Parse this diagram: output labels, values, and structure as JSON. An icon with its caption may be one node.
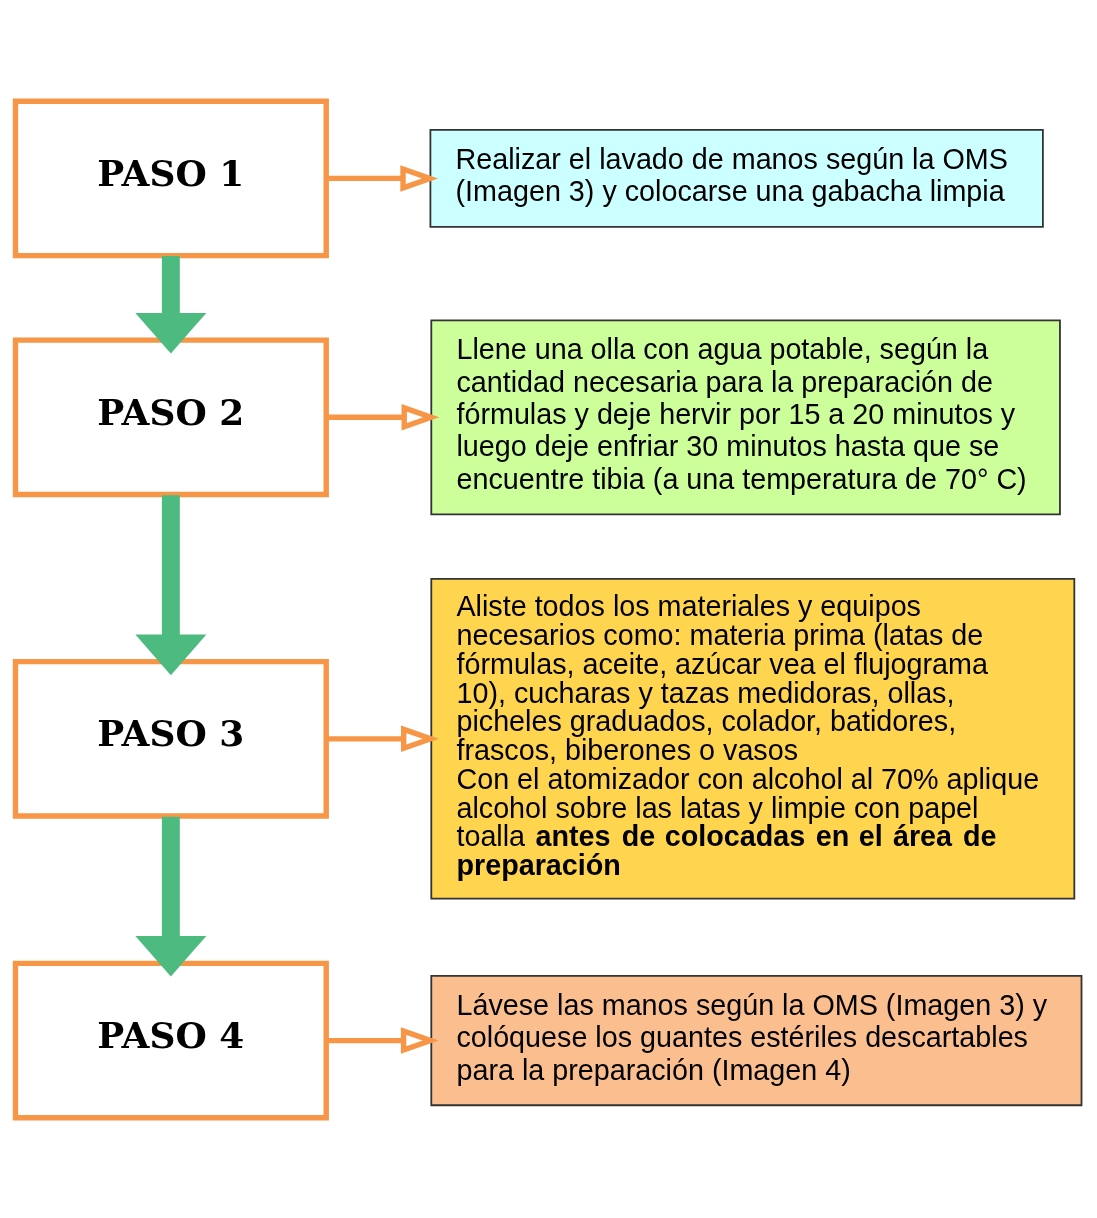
{
  "diagram": {
    "nodes": [
      {
        "text": [
          "PASO 1"
        ]
      },
      {
        "text": [
          "Realizar el lavado de manos según la OMS (Imagen 3) y colocarse una gabacha limpia"
        ]
      },
      {
        "text": [
          "PASO 2"
        ]
      },
      {
        "text": [
          "Llene una olla con agua potable, según la cantidad necesaria para la preparación de fórmulas y deje hervir por 15 a 20 minutos y luego deje enfriar 30 minutos hasta que se encuentre tibia (a una temperatura de 70° C)"
        ]
      },
      {
        "text": [
          "PASO 3"
        ]
      },
      {
        "text": [
          "Aliste todos los materiales y equipos necesarios como: materia prima (latas de fórmulas, aceite, azúcar vea el flujograma 10), cucharas y tazas medidoras, ollas, picheles graduados, colador, batidores, frascos, biberones o vasos",
          "Con el atomizador con alcohol al 70% aplique alcohol sobre las latas y limpie con papel toalla **antes de colocadas en el área de preparación**"
        ]
      },
      {
        "text": [
          "PASO 4"
        ]
      },
      {
        "text": [
          "Lávese las manos según la OMS (Imagen 3) y colóquese los guantes estériles descartables para la preparación (Imagen 4)"
        ]
      }
    ],
    "edges": [
      {
        "from": 0,
        "to": 1,
        "arrow": "to"
      },
      {
        "from": 0,
        "to": 2,
        "arrow": "to",
        "style": "thick",
        "color": "#4dbb7f"
      },
      {
        "from": 2,
        "to": 3,
        "arrow": "to"
      },
      {
        "from": 2,
        "to": 4,
        "arrow": "to",
        "style": "thick",
        "color": "#4dbb7f"
      },
      {
        "from": 4,
        "to": 5,
        "arrow": "to"
      },
      {
        "from": 4,
        "to": 6,
        "arrow": "to",
        "style": "thick",
        "color": "#4dbb7f"
      },
      {
        "from": 6,
        "to": 7,
        "arrow": "to"
      }
    ]
  }
}
